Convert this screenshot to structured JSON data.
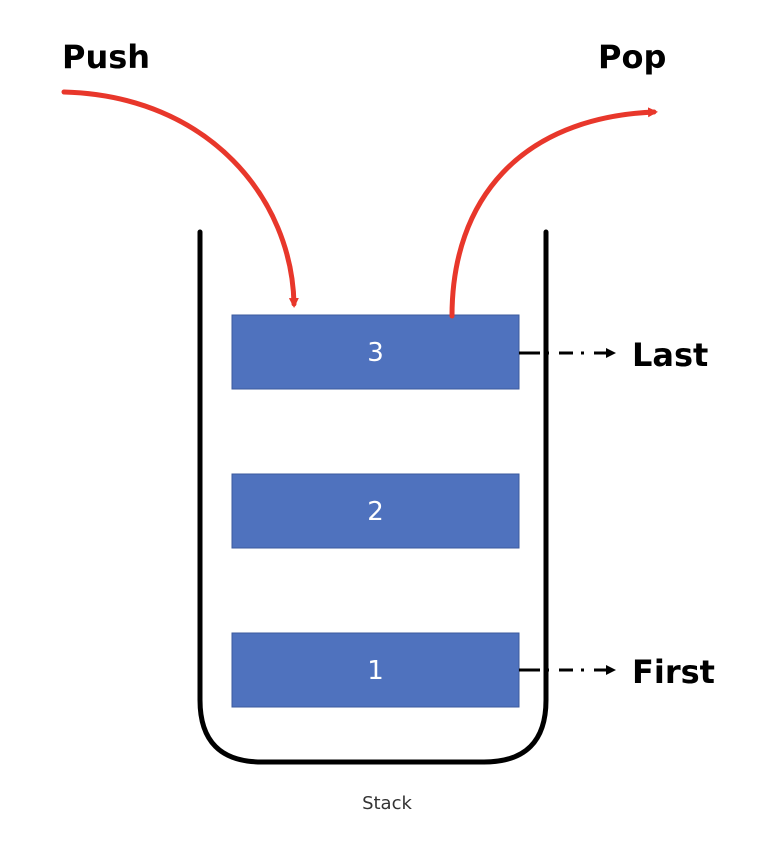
{
  "labels": {
    "push": "Push",
    "pop": "Pop",
    "last": "Last",
    "first": "First",
    "caption": "Stack"
  },
  "items": [
    {
      "label": "3"
    },
    {
      "label": "2"
    },
    {
      "label": "1"
    }
  ],
  "colors": {
    "item_fill": "#4f72be",
    "item_stroke": "#3b5a9e",
    "arrow": "#e8372b",
    "container": "#000000",
    "pointer": "#000000"
  }
}
